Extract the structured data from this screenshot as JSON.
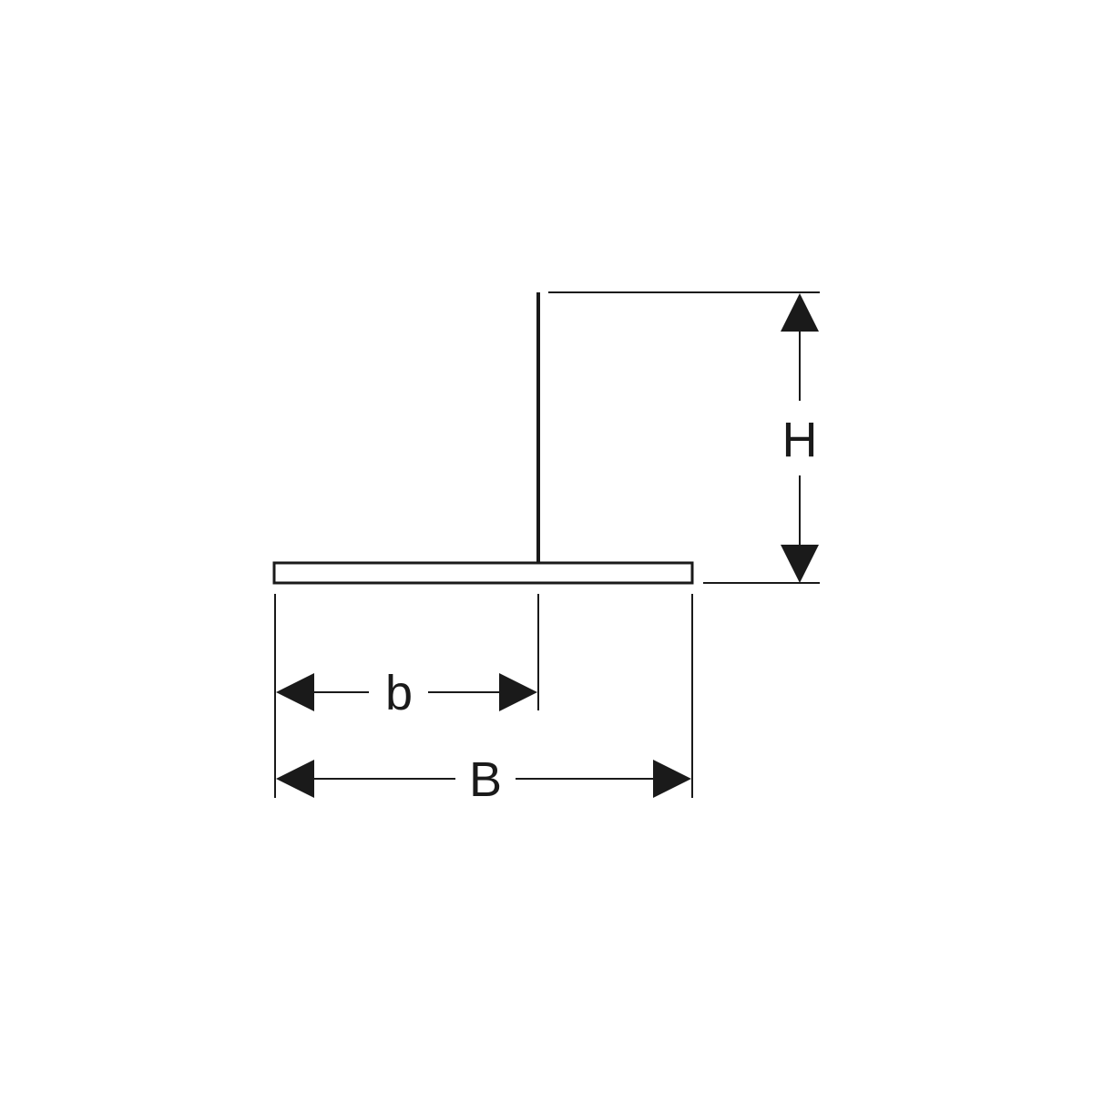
{
  "diagram": {
    "labels": {
      "height": "H",
      "partial_width": "b",
      "total_width": "B"
    },
    "colors": {
      "line": "#1a1a1a",
      "background": "#ffffff"
    }
  }
}
